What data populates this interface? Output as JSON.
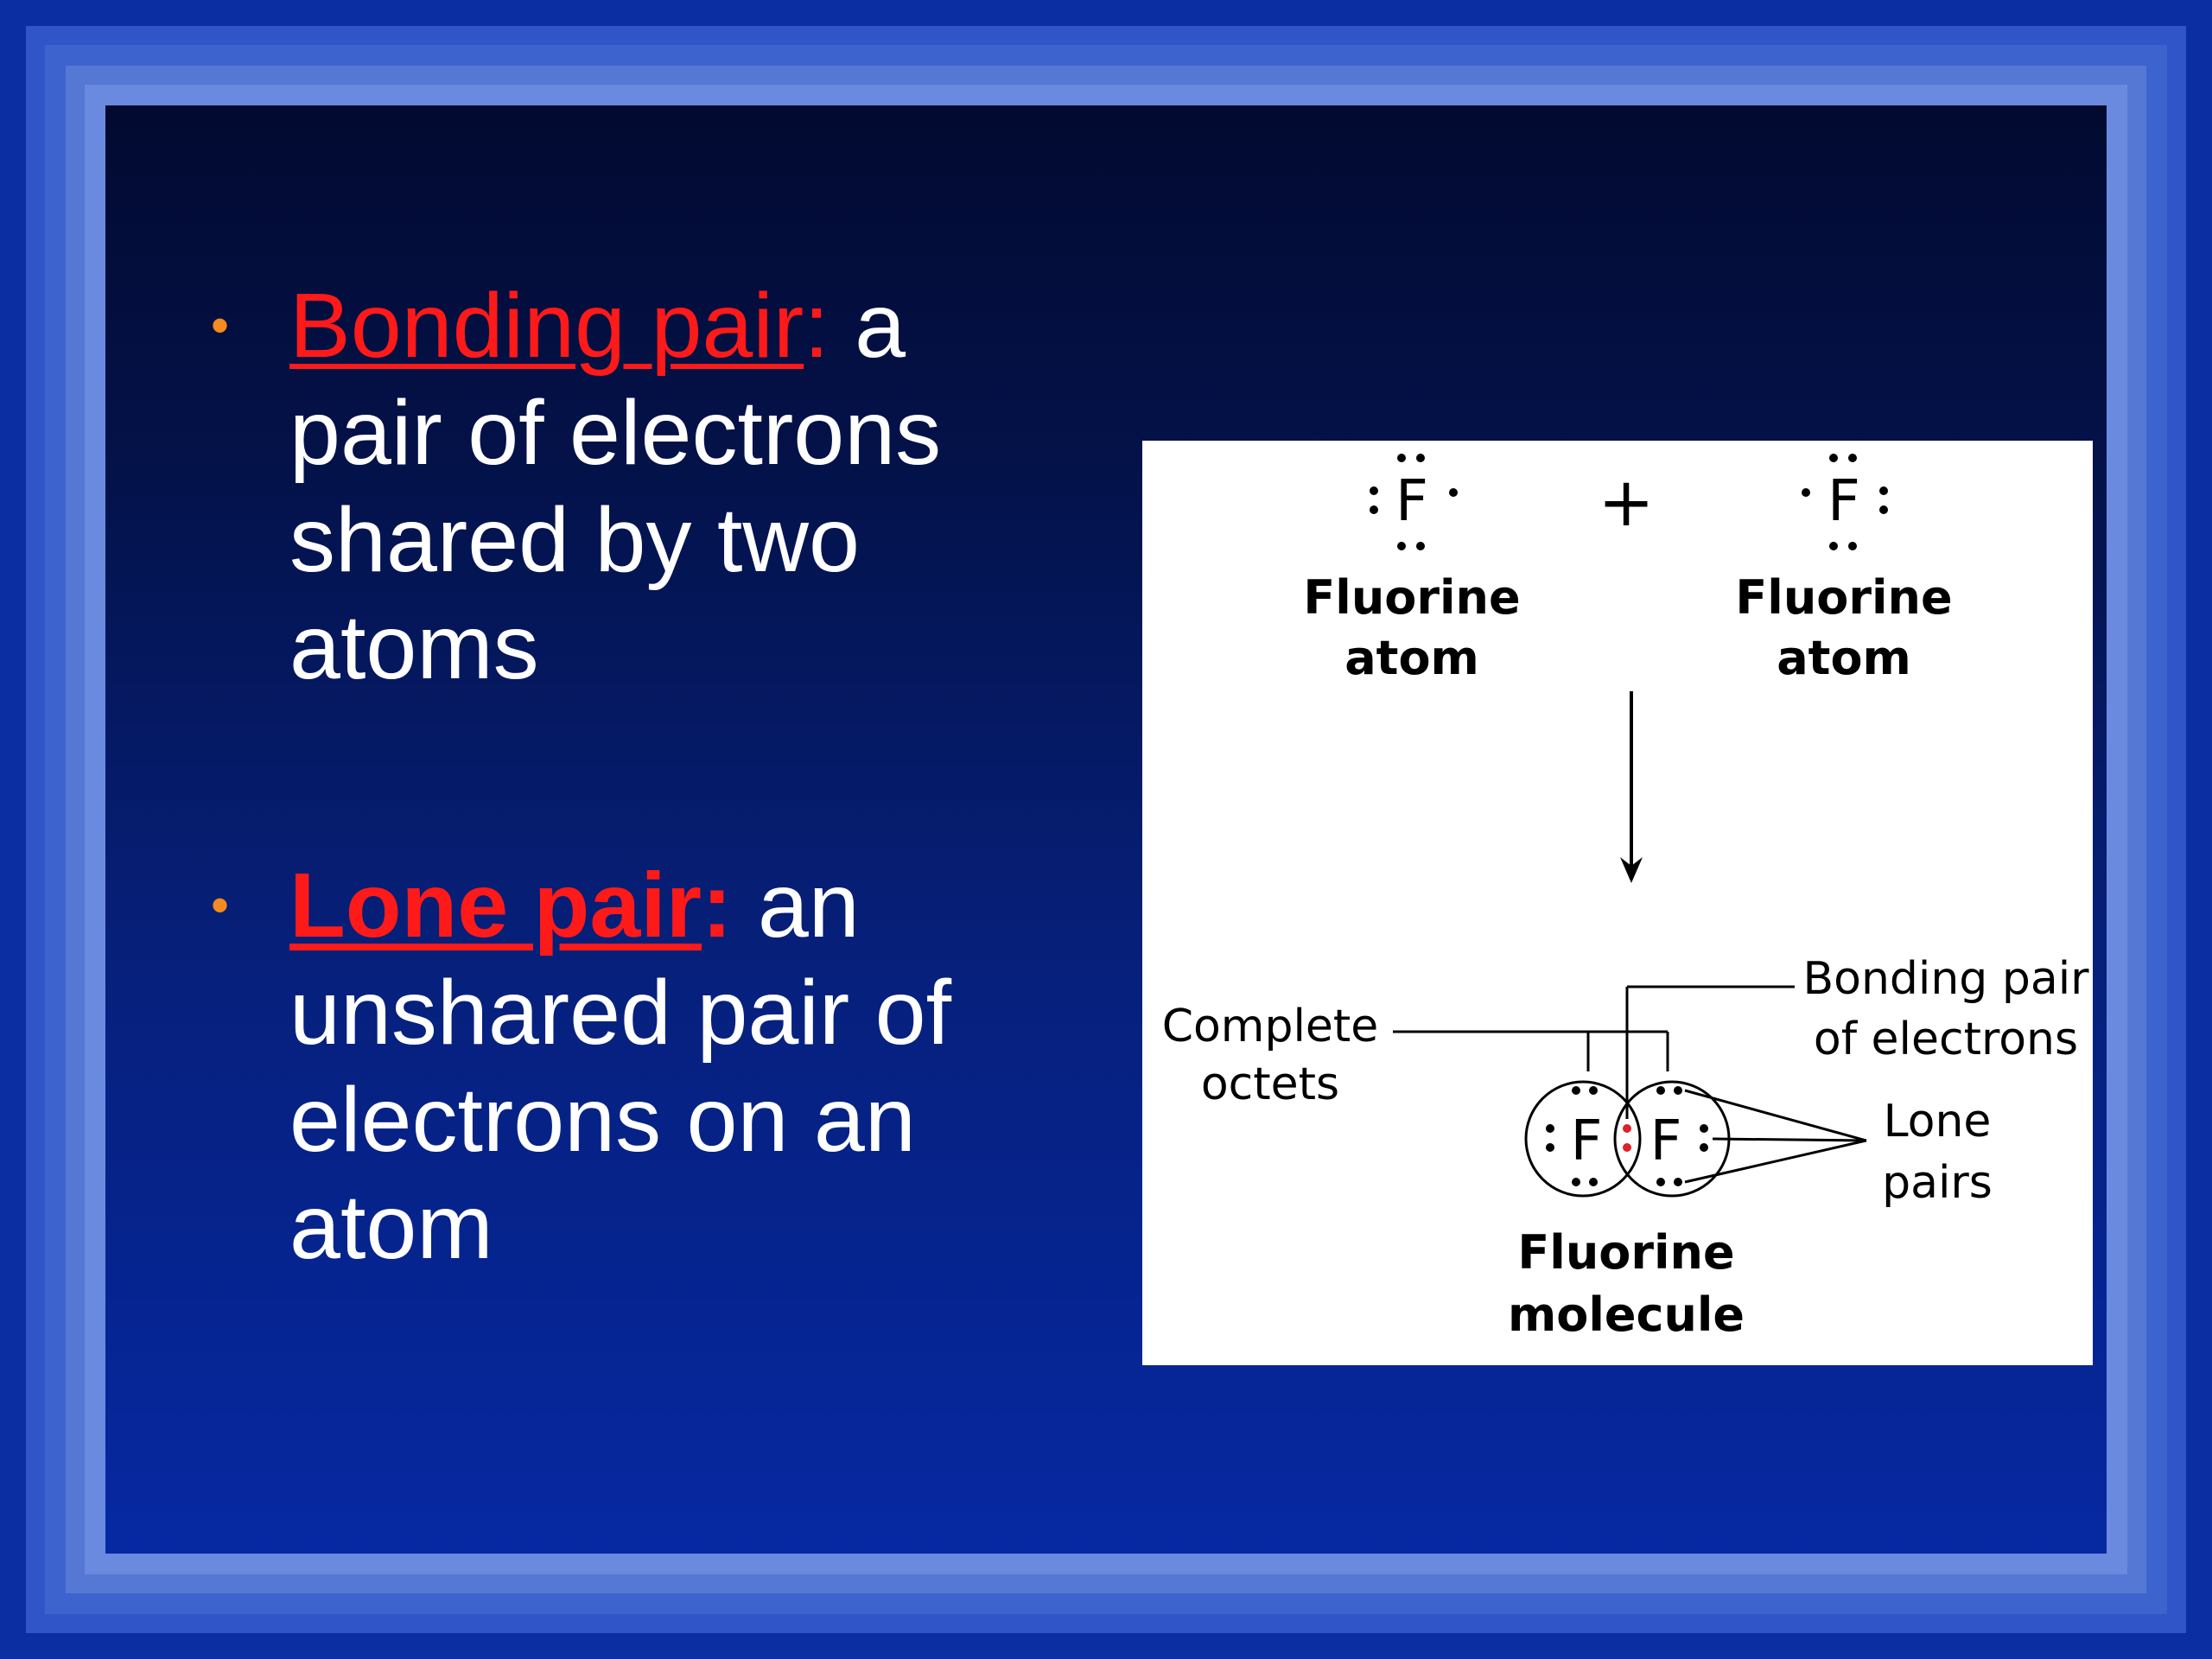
{
  "bullets": [
    {
      "term": "Bonding  pair",
      "colon": ":",
      "rest": " a pair of electrons shared by two atoms"
    },
    {
      "term": "Lone pair",
      "colon": ":",
      "rest": " an unshared pair of electrons on an atom"
    }
  ],
  "figure": {
    "symbol": "F",
    "plus": "+",
    "atom_left": {
      "line1": "Fluorine",
      "line2": "atom"
    },
    "atom_right": {
      "line1": "Fluorine",
      "line2": "atom"
    },
    "complete_octets": {
      "line1": "Complete",
      "line2": "octets"
    },
    "bonding_pair": {
      "line1": "Bonding pair",
      "line2": "of electrons"
    },
    "lone_pairs": {
      "line1": "Lone",
      "line2": "pairs"
    },
    "molecule": {
      "line1": "Fluorine",
      "line2": "molecule"
    }
  },
  "colors": {
    "bullet_marker": "#f58a1f",
    "term": "#ff1a1a",
    "bond_electrons": "#e0202a"
  }
}
